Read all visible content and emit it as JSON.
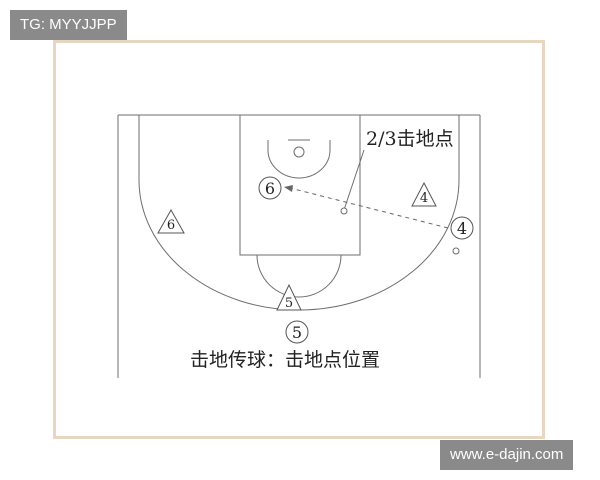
{
  "watermark_badges": {
    "top_left": "TG: MYYJJPP",
    "bottom_right": "www.e-dajin.com"
  },
  "diagram": {
    "annotation": "2/3击地点",
    "caption": "击地传球：击地点位置",
    "players": [
      {
        "shape": "circle",
        "label": "6"
      },
      {
        "shape": "triangle",
        "label": "4"
      },
      {
        "shape": "circle",
        "label": "4"
      },
      {
        "shape": "triangle",
        "label": "6"
      },
      {
        "shape": "triangle",
        "label": "5"
      },
      {
        "shape": "circle",
        "label": "5"
      }
    ]
  },
  "colors": {
    "court_lines": "#6e6e6e",
    "frame_border": "#e6d6c2",
    "badge_bg": "#8a8a8a",
    "pass_line": "#666666"
  }
}
